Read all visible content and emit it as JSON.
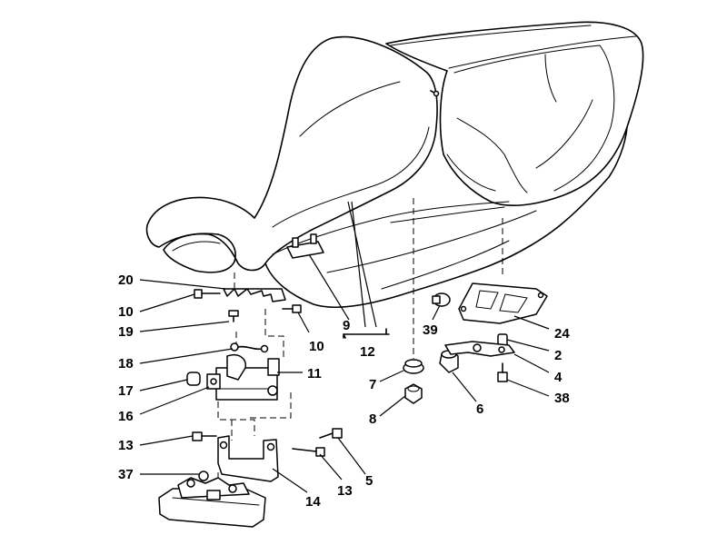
{
  "callouts": [
    {
      "id": "c20",
      "label": "20"
    },
    {
      "id": "c10a",
      "label": "10"
    },
    {
      "id": "c19",
      "label": "19"
    },
    {
      "id": "c10b",
      "label": "10"
    },
    {
      "id": "c18",
      "label": "18"
    },
    {
      "id": "c11",
      "label": "11"
    },
    {
      "id": "c17",
      "label": "17"
    },
    {
      "id": "c16",
      "label": "16"
    },
    {
      "id": "c13a",
      "label": "13"
    },
    {
      "id": "c37",
      "label": "37"
    },
    {
      "id": "c13b",
      "label": "13"
    },
    {
      "id": "c14",
      "label": "14"
    },
    {
      "id": "c5",
      "label": "5"
    },
    {
      "id": "c9",
      "label": "9"
    },
    {
      "id": "c12",
      "label": "12"
    },
    {
      "id": "c39",
      "label": "39"
    },
    {
      "id": "c7",
      "label": "7"
    },
    {
      "id": "c8",
      "label": "8"
    },
    {
      "id": "c6",
      "label": "6"
    },
    {
      "id": "c24",
      "label": "24"
    },
    {
      "id": "c2",
      "label": "2"
    },
    {
      "id": "c4",
      "label": "4"
    },
    {
      "id": "c38",
      "label": "38"
    }
  ]
}
